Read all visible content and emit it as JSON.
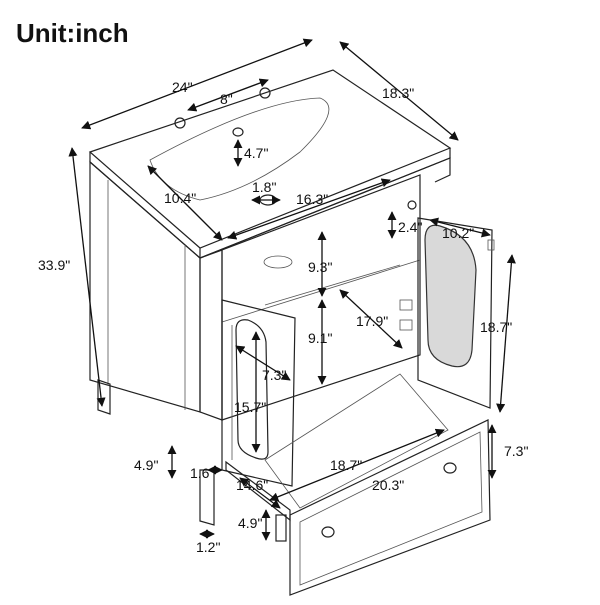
{
  "title": "Unit:inch",
  "dimensions": {
    "top_width": "24\"",
    "top_depth": "18.3\"",
    "faucet_spacing": "8\"",
    "basin_front": "4.7\"",
    "basin_width": "10.4\"",
    "drain": "1.8\"",
    "basin_length": "16.3\"",
    "height": "33.9\"",
    "hinge_offset": "2.4\"",
    "door_width": "10.2\"",
    "upper_space": "9.3\"",
    "shelf_depth": "17.9\"",
    "lower_space": "9.1\"",
    "door_height": "18.7\"",
    "window_width": "7.3\"",
    "window_height": "15.7\"",
    "leg_height": "4.9\"",
    "slide_width": "1.6\"",
    "slide_length": "14.6\"",
    "drawer_inner_width": "18.7\"",
    "drawer_height": "7.3\"",
    "drawer_depth": "20.3\"",
    "drawer_height_inner": "4.9\"",
    "leg_width": "1.2\""
  }
}
